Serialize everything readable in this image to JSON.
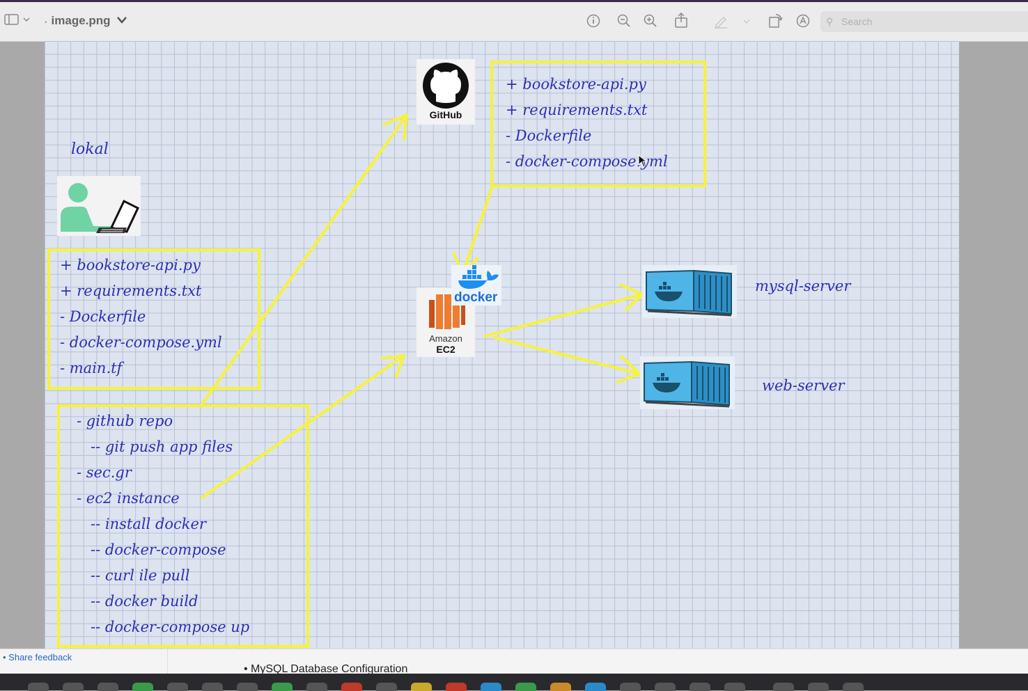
{
  "window": {
    "file_name": "image.png",
    "search_placeholder": "Search",
    "icons": [
      "sidebar-toggle-icon",
      "chevron-down-icon",
      "info-icon",
      "zoom-out-icon",
      "zoom-in-icon",
      "share-icon",
      "markup-pen-icon",
      "rotate-icon",
      "annotate-icon",
      "search-icon"
    ]
  },
  "diagram": {
    "local_label": "lokal",
    "local_files": [
      "+ bookstore-api.py",
      "+ requirements.txt",
      "- Dockerfile",
      "- docker-compose.yml",
      "- main.tf"
    ],
    "tasks": [
      "- github repo",
      "-- git push app files",
      "- sec.gr",
      "- ec2 instance",
      "-- install docker",
      "-- docker-compose",
      "-- curl ile pull",
      "-- docker build",
      "-- docker-compose up"
    ],
    "github_files": [
      "+ bookstore-api.py",
      "+ requirements.txt",
      "- Dockerfile",
      "- docker-compose.yml"
    ],
    "github_logo_text": "GitHub",
    "ec2_logo_text_top": "Amazon",
    "ec2_logo_text_bottom": "EC2",
    "docker_logo_text": "docker",
    "container_1_label": "mysql-server",
    "container_2_label": "web-server",
    "colors": {
      "highlight": "#f7f23a",
      "ink": "#2b2fb5",
      "grid_bg": "#dde4f0"
    }
  },
  "footer": {
    "feedback_link": "Share feedback",
    "doc_bullet": "MySQL Database Configuration"
  }
}
